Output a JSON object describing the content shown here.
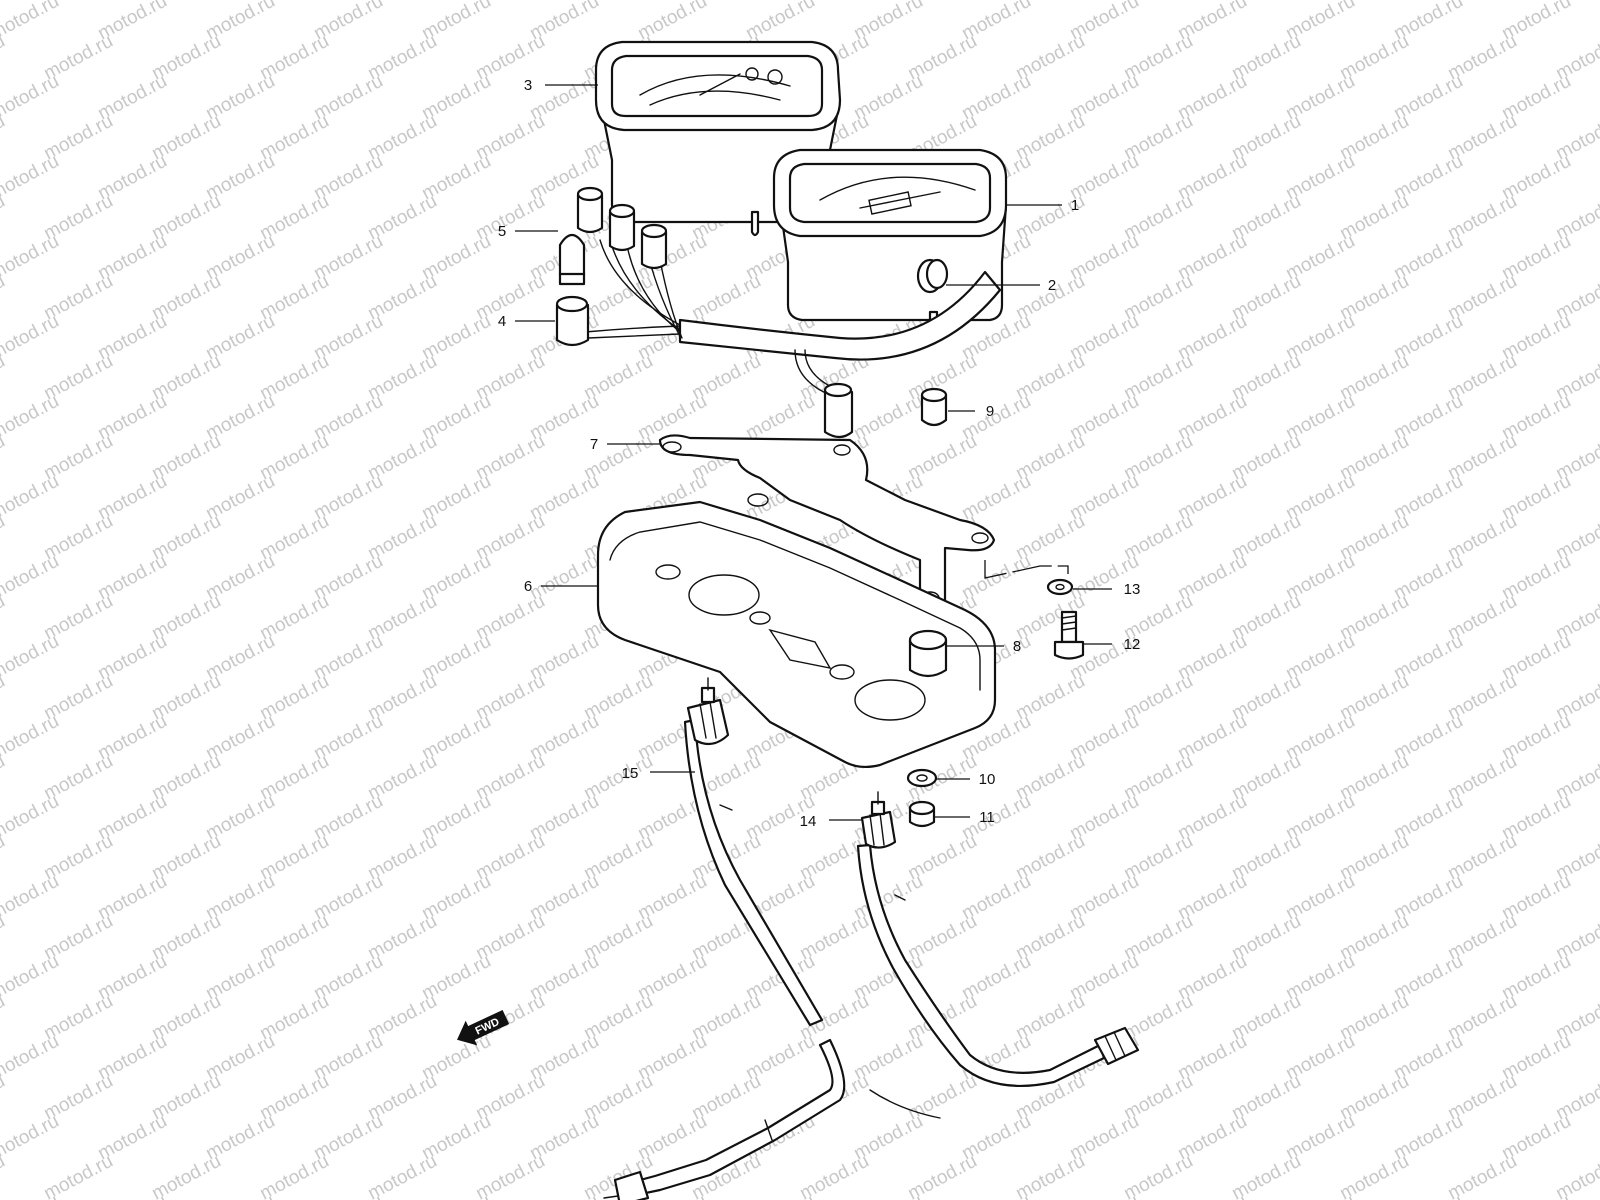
{
  "watermark": {
    "text": "motod.ru"
  },
  "direction_badge": {
    "label": "FWD"
  },
  "callouts": [
    {
      "number": "1",
      "part": "speedometer"
    },
    {
      "number": "2",
      "part": "reset-knob"
    },
    {
      "number": "3",
      "part": "tachometer"
    },
    {
      "number": "4",
      "part": "bulb-socket"
    },
    {
      "number": "5",
      "part": "bulb"
    },
    {
      "number": "6",
      "part": "meter-case"
    },
    {
      "number": "7",
      "part": "meter-bracket"
    },
    {
      "number": "8",
      "part": "cushion"
    },
    {
      "number": "9",
      "part": "spacer"
    },
    {
      "number": "10",
      "part": "washer"
    },
    {
      "number": "11",
      "part": "nut"
    },
    {
      "number": "12",
      "part": "bolt"
    },
    {
      "number": "13",
      "part": "washer"
    },
    {
      "number": "14",
      "part": "speedometer-cable"
    },
    {
      "number": "15",
      "part": "tachometer-cable"
    }
  ]
}
